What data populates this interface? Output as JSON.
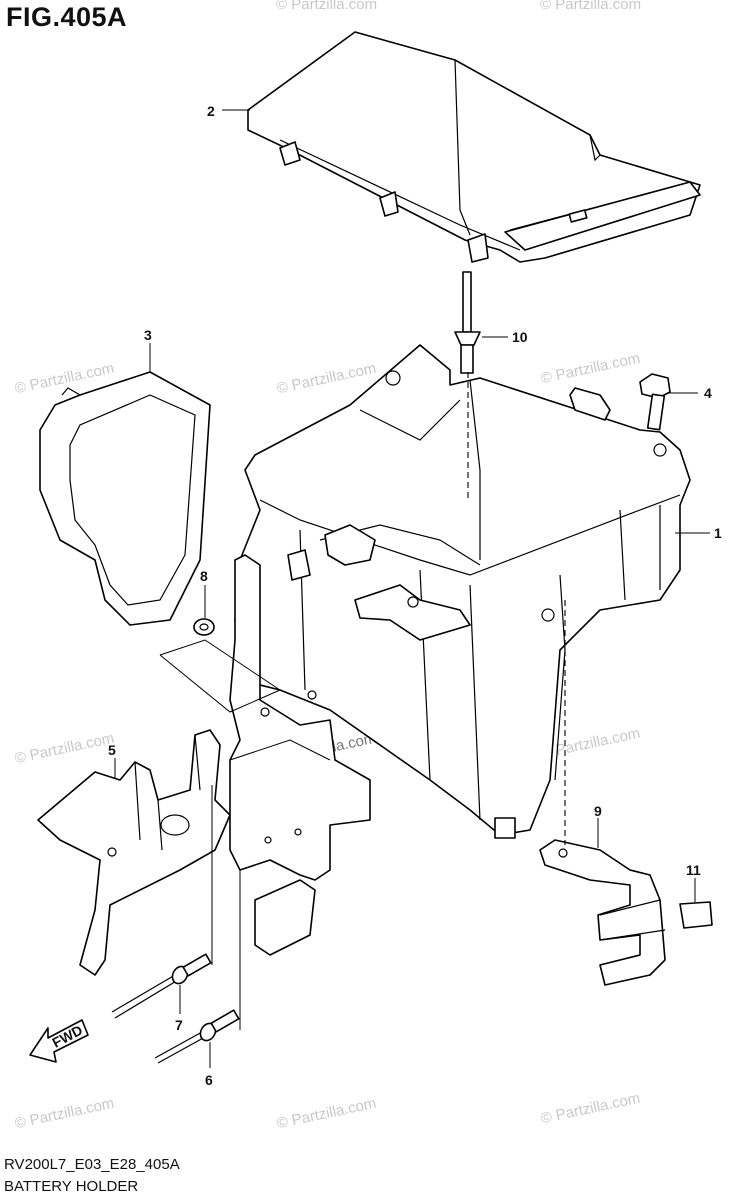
{
  "figure": {
    "title": "FIG.405A"
  },
  "footer": {
    "code": "RV200L7_E03_E28_405A",
    "name": "BATTERY HOLDER"
  },
  "watermark": {
    "text": "© Partzilla.com"
  },
  "fwd_label": "FWD",
  "callouts": [
    "1",
    "2",
    "3",
    "4",
    "5",
    "6",
    "7",
    "8",
    "9",
    "10",
    "11"
  ]
}
